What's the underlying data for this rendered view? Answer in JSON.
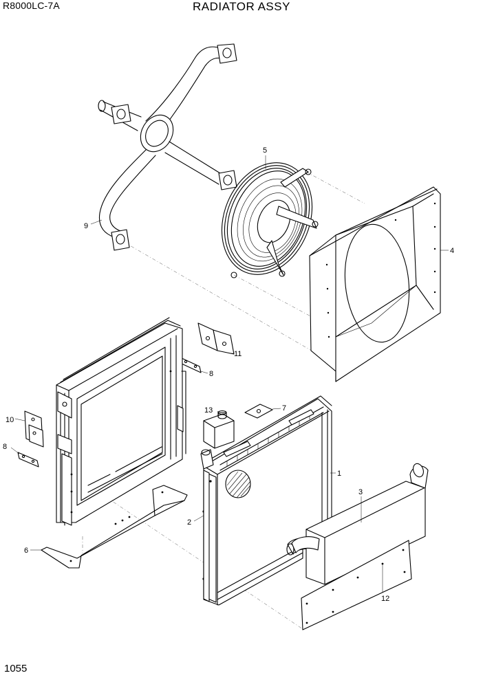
{
  "header": {
    "model": "R8000LC-7A",
    "title": "RADIATOR ASSY"
  },
  "footer": {
    "page_number": "1055"
  },
  "callouts": {
    "c1": "1",
    "c2": "2",
    "c3": "3",
    "c4": "4",
    "c5": "5",
    "c6": "6",
    "c7": "7",
    "c8a": "8",
    "c8b": "8",
    "c9": "9",
    "c10": "10",
    "c11": "11",
    "c12": "12",
    "c13": "13"
  }
}
